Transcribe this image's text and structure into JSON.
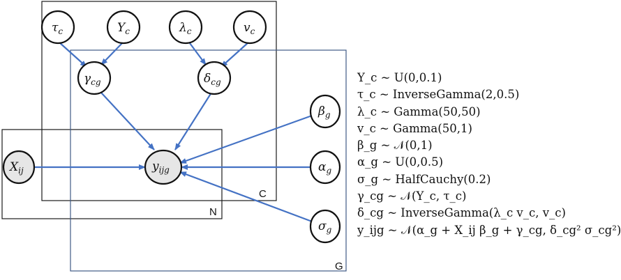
{
  "diagram": {
    "plates": [
      {
        "id": "C",
        "label": "C"
      },
      {
        "id": "N",
        "label": "N"
      },
      {
        "id": "G",
        "label": "G"
      }
    ],
    "nodes": [
      {
        "id": "tau_c",
        "label": "τ_c",
        "observed": false
      },
      {
        "id": "Y_c",
        "label": "Y_c",
        "observed": false
      },
      {
        "id": "lambda_c",
        "label": "λ_c",
        "observed": false
      },
      {
        "id": "v_c",
        "label": "v_c",
        "observed": false
      },
      {
        "id": "gamma_cg",
        "label": "γ_cg",
        "observed": false
      },
      {
        "id": "delta_cg",
        "label": "δ_cg",
        "observed": false
      },
      {
        "id": "beta_g",
        "label": "β_g",
        "observed": false
      },
      {
        "id": "X_ij",
        "label": "X_ij",
        "observed": true
      },
      {
        "id": "y_ijg",
        "label": "y_ijg",
        "observed": true
      },
      {
        "id": "alpha_g",
        "label": "α_g",
        "observed": false
      },
      {
        "id": "sigma_g",
        "label": "σ_g",
        "observed": false
      }
    ],
    "edges": [
      {
        "from": "tau_c",
        "to": "gamma_cg"
      },
      {
        "from": "Y_c",
        "to": "gamma_cg"
      },
      {
        "from": "lambda_c",
        "to": "delta_cg"
      },
      {
        "from": "v_c",
        "to": "delta_cg"
      },
      {
        "from": "gamma_cg",
        "to": "y_ijg"
      },
      {
        "from": "delta_cg",
        "to": "y_ijg"
      },
      {
        "from": "beta_g",
        "to": "y_ijg"
      },
      {
        "from": "X_ij",
        "to": "y_ijg"
      },
      {
        "from": "alpha_g",
        "to": "y_ijg"
      },
      {
        "from": "sigma_g",
        "to": "y_ijg"
      }
    ]
  },
  "equations": [
    "Y_c ~ U(0,0.1)",
    "τ_c ~ InverseGamma(2,0.5)",
    "λ_c ~ Gamma(50,50)",
    "v_c ~ Gamma(50,1)",
    "β_g ~ 𝒩(0,1)",
    "α_g ~ U(0,0.5)",
    "σ_g ~ HalfCauchy(0.2)",
    "γ_cg ~ 𝒩(Y_c, τ_c)",
    "δ_cg ~ InverseGamma(λ_c v_c, v_c)",
    "y_ijg ~ 𝒩(α_g + X_ij β_g + γ_cg, δ_cg² σ_cg²)"
  ]
}
